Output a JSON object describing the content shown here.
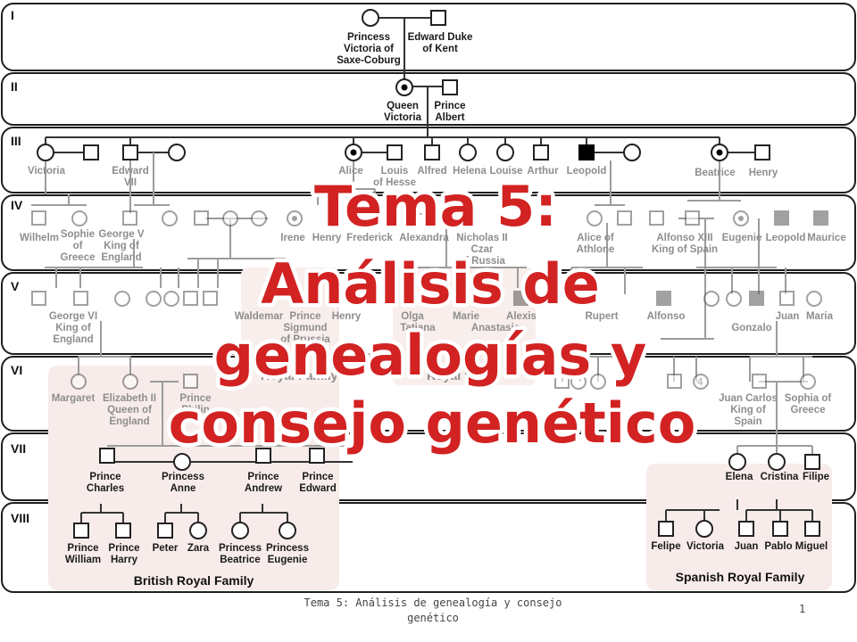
{
  "title_lines": [
    "Tema 5:",
    "Análisis de",
    "genealogías y",
    "consejo genético"
  ],
  "footer_text": "Tema 5: Análisis de genealogía y consejo genético",
  "page_number": "1",
  "generations": [
    "I",
    "II",
    "III",
    "IV",
    "V",
    "VI",
    "VII",
    "VIII"
  ],
  "families": {
    "british": "British Royal Family",
    "spanish": "Spanish Royal Family"
  },
  "colors": {
    "title": "#d22222",
    "affected": "#000000",
    "carrier_dot": "#000000",
    "faded": "#9a9a9a",
    "family_panel": "#f7ecea"
  },
  "legend_symbols": {
    "male": "square",
    "female": "circle",
    "carrier": "circle-with-dot",
    "affected_male": "filled-square"
  },
  "people": [
    {
      "id": "pvictoria",
      "name": [
        "Princess",
        "Victoria of",
        "Saxe-Coburg"
      ]
    },
    {
      "id": "edward_kent",
      "name": [
        "Edward Duke",
        "of Kent"
      ]
    },
    {
      "id": "qvictoria",
      "name": [
        "Queen",
        "Victoria"
      ],
      "status": "carrier"
    },
    {
      "id": "albert",
      "name": [
        "Prince",
        "Albert"
      ]
    },
    {
      "id": "victoria3",
      "name": [
        "Victoria"
      ]
    },
    {
      "id": "edward7",
      "name": [
        "Edward",
        "VII"
      ]
    },
    {
      "id": "alice",
      "name": [
        "Alice"
      ],
      "status": "carrier"
    },
    {
      "id": "louis",
      "name": [
        "Louis",
        "of Hesse"
      ]
    },
    {
      "id": "alfred",
      "name": [
        "Alfred"
      ]
    },
    {
      "id": "helena",
      "name": [
        "Helena"
      ]
    },
    {
      "id": "louise",
      "name": [
        "Louise"
      ]
    },
    {
      "id": "arthur",
      "name": [
        "Arthur"
      ]
    },
    {
      "id": "leopold",
      "name": [
        "Leopold"
      ],
      "status": "affected"
    },
    {
      "id": "beatrice",
      "name": [
        "Beatrice"
      ],
      "status": "carrier"
    },
    {
      "id": "henry3",
      "name": [
        "Henry"
      ]
    },
    {
      "id": "wilhelm",
      "name": [
        "Wilhelm"
      ]
    },
    {
      "id": "sophie",
      "name": [
        "Sophie",
        "of",
        "Greece"
      ]
    },
    {
      "id": "george5",
      "name": [
        "George V",
        "King of",
        "England"
      ]
    },
    {
      "id": "irene",
      "name": [
        "Irene"
      ]
    },
    {
      "id": "henry4",
      "name": [
        "Henry"
      ]
    },
    {
      "id": "frederick",
      "name": [
        "Frederick"
      ]
    },
    {
      "id": "alexandra",
      "name": [
        "Alexandra"
      ]
    },
    {
      "id": "nicholas",
      "name": [
        "Nicholas II",
        "Czar",
        "of Russia"
      ]
    },
    {
      "id": "alice_athlone",
      "name": [
        "Alice of",
        "Athlone"
      ]
    },
    {
      "id": "alfonso13",
      "name": [
        "Alfonso XIII",
        "King of Spain"
      ]
    },
    {
      "id": "eugenie4",
      "name": [
        "Eugenie"
      ]
    },
    {
      "id": "leopold4",
      "name": [
        "Leopold"
      ]
    },
    {
      "id": "maurice",
      "name": [
        "Maurice"
      ]
    },
    {
      "id": "george6",
      "name": [
        "George VI",
        "King of",
        "England"
      ]
    },
    {
      "id": "waldemar",
      "name": [
        "Waldemar"
      ]
    },
    {
      "id": "sigmund",
      "name": [
        "Prince",
        "Sigmund",
        "of Prussia"
      ]
    },
    {
      "id": "henry5",
      "name": [
        "Henry"
      ]
    },
    {
      "id": "olga",
      "name": [
        "Olga"
      ]
    },
    {
      "id": "tatiana",
      "name": [
        "Tatiana"
      ]
    },
    {
      "id": "marie",
      "name": [
        "Marie"
      ]
    },
    {
      "id": "anastasia",
      "name": [
        "Anastasia"
      ]
    },
    {
      "id": "alexis",
      "name": [
        "Alexis"
      ]
    },
    {
      "id": "rupert",
      "name": [
        "Rupert"
      ]
    },
    {
      "id": "alfonso5",
      "name": [
        "Alfonso"
      ]
    },
    {
      "id": "gonzalo",
      "name": [
        "Gonzalo"
      ]
    },
    {
      "id": "juan5",
      "name": [
        "Juan"
      ]
    },
    {
      "id": "maria",
      "name": [
        "Maria"
      ]
    },
    {
      "id": "margaret",
      "name": [
        "Margaret"
      ]
    },
    {
      "id": "elizabeth2",
      "name": [
        "Elizabeth II",
        "Queen of",
        "England"
      ]
    },
    {
      "id": "philip",
      "name": [
        "Prince",
        "Philip"
      ]
    },
    {
      "id": "juancarlos",
      "name": [
        "Juan Carlos",
        "King of",
        "Spain"
      ]
    },
    {
      "id": "sophia",
      "name": [
        "Sophia of",
        "Greece"
      ]
    },
    {
      "id": "charles",
      "name": [
        "Prince",
        "Charles"
      ]
    },
    {
      "id": "anne",
      "name": [
        "Princess",
        "Anne"
      ]
    },
    {
      "id": "andrew",
      "name": [
        "Prince",
        "Andrew"
      ]
    },
    {
      "id": "edward7g",
      "name": [
        "Prince",
        "Edward"
      ]
    },
    {
      "id": "elena",
      "name": [
        "Elena"
      ]
    },
    {
      "id": "cristina",
      "name": [
        "Cristina"
      ]
    },
    {
      "id": "filipe",
      "name": [
        "Filipe"
      ]
    },
    {
      "id": "william",
      "name": [
        "Prince",
        "William"
      ]
    },
    {
      "id": "harry",
      "name": [
        "Prince",
        "Harry"
      ]
    },
    {
      "id": "peter",
      "name": [
        "Peter"
      ]
    },
    {
      "id": "zara",
      "name": [
        "Zara"
      ]
    },
    {
      "id": "beatrice8",
      "name": [
        "Princess",
        "Beatrice"
      ]
    },
    {
      "id": "eugenie8",
      "name": [
        "Princess",
        "Eugenie"
      ]
    },
    {
      "id": "felipe",
      "name": [
        "Felipe"
      ]
    },
    {
      "id": "victoria8",
      "name": [
        "Victoria"
      ]
    },
    {
      "id": "juan8",
      "name": [
        "Juan"
      ]
    },
    {
      "id": "pablo",
      "name": [
        "Pablo"
      ]
    },
    {
      "id": "miguel",
      "name": [
        "Miguel"
      ]
    }
  ],
  "hidden_labels": {
    "royal_family_1": "Royal Family",
    "royal_family_2": "Royal F",
    "sibship_count": "4"
  }
}
